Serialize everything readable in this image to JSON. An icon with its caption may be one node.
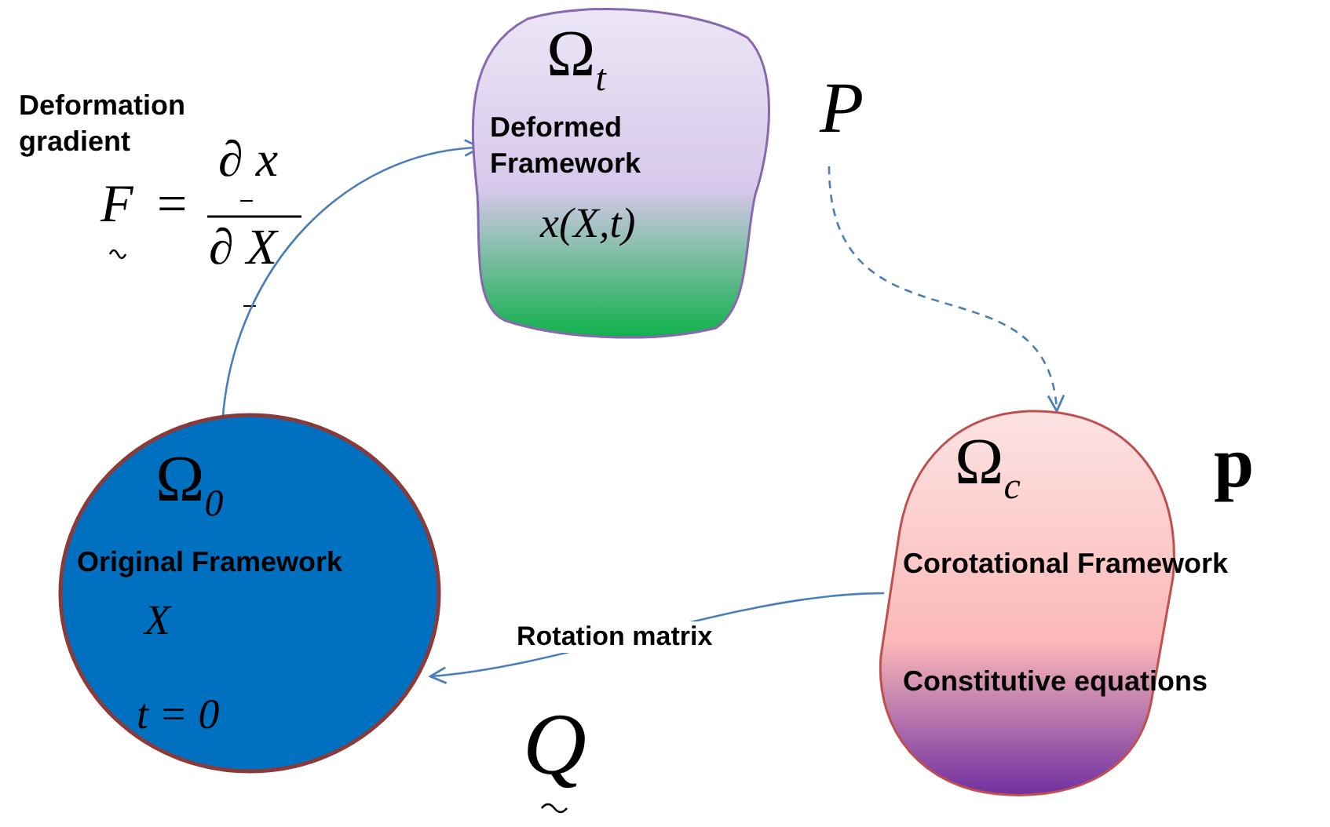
{
  "diagram": {
    "nodes": [
      {
        "text": [
          "Ω$_{t}$",
          "Deformed Framework",
          "x(X,t)"
        ]
      },
      {
        "text": [
          "Ω$_{c}$",
          "Corotational Framework",
          "Constitutive equations"
        ],
        "beside": [
          "p"
        ]
      },
      {
        "text": [
          "Ω$_{0}$",
          "Original Framework",
          "X",
          "t = 0"
        ]
      },
      {
        "text": [
          "P"
        ]
      }
    ],
    "edges": [
      {
        "from": 2,
        "to": 0,
        "arrow": "to"
      },
      {
        "from": 1,
        "to": 2,
        "arrow": "to",
        "label": "Rotation matrix"
      },
      {
        "from": 3,
        "to": 1,
        "arrow": "to",
        "style": "dashed"
      }
    ],
    "labels": [
      "Deformation gradient",
      "F",
      "=",
      "∂ x",
      "∂ X",
      "Q"
    ]
  }
}
